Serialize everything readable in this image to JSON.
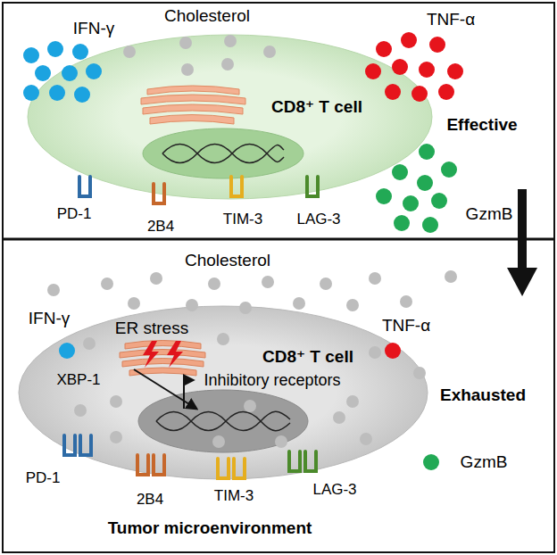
{
  "diagram": {
    "nodes": [
      {
        "text": [
          "CD8⁺ T cell"
        ]
      },
      {
        "text": [
          "CD8⁺ T cell"
        ]
      }
    ],
    "labels": [
      "Cholesterol",
      "IFN-γ",
      "TNF-α",
      "Effective",
      "PD-1",
      "2B4",
      "TIM-3",
      "LAG-3",
      "GzmB",
      "Cholesterol",
      "IFN-γ",
      "ER stress",
      "TNF-α",
      "XBP-1",
      "Inhibitory receptors",
      "Exhausted",
      "PD-1",
      "2B4",
      "TIM-3",
      "LAG-3",
      "GzmB",
      "Tumor microenvironment"
    ]
  }
}
